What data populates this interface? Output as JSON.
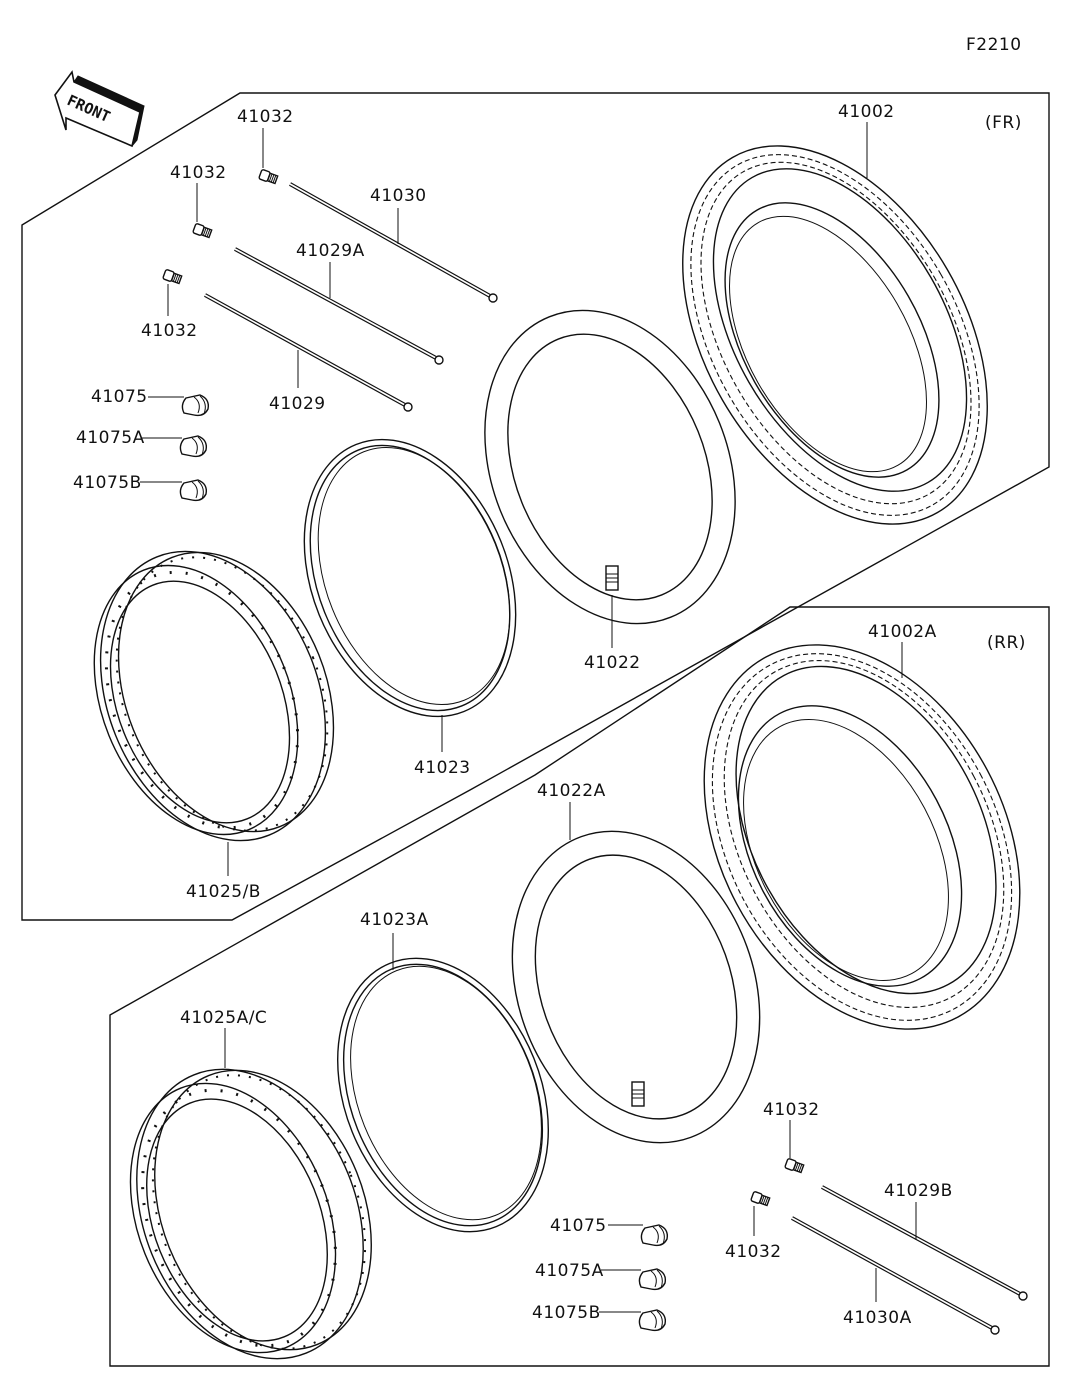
{
  "figure_code": "F2210",
  "front_marker": "FRONT",
  "sections": {
    "front": {
      "tag": "(FR)"
    },
    "rear": {
      "tag": "(RR)"
    }
  },
  "parts": {
    "fr_tire": "41002",
    "fr_valve_top": "41032",
    "fr_valve_mid": "41032",
    "fr_valve_low": "41032",
    "fr_spoke_a": "41030",
    "fr_spoke_b": "41029A",
    "fr_spoke_c": "41029",
    "fr_nipple": "41075",
    "fr_nipple_a": "41075A",
    "fr_nipple_b": "41075B",
    "fr_tube": "41022",
    "fr_band": "41023",
    "fr_rim": "41025/B",
    "rr_tire": "41002A",
    "rr_tube": "41022A",
    "rr_band": "41023A",
    "rr_rim": "41025A/C",
    "rr_valve_a": "41032",
    "rr_valve_b": "41032",
    "rr_spoke_b": "41029B",
    "rr_spoke_a": "41030A",
    "rr_nipple": "41075",
    "rr_nipple_a": "41075A",
    "rr_nipple_b": "41075B"
  }
}
